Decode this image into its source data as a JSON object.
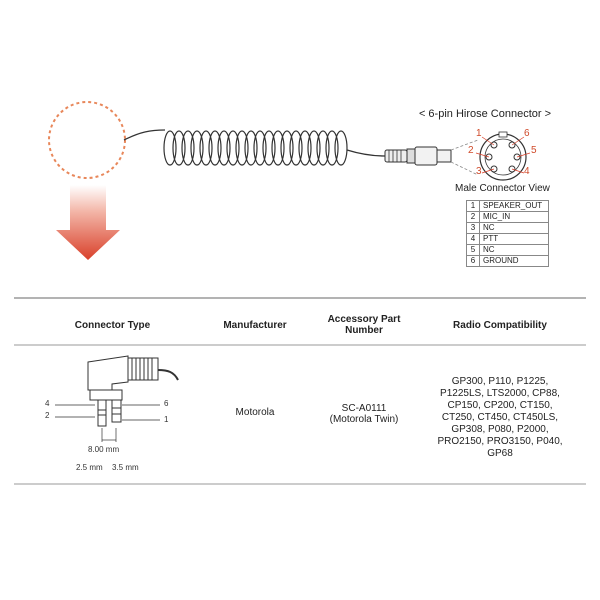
{
  "connector": {
    "title": "< 6-pin Hirose Connector >",
    "male_view": "Male Connector View",
    "pin_numbers": {
      "p1": "1",
      "p2": "2",
      "p3": "3",
      "p4": "4",
      "p5": "5",
      "p6": "6"
    },
    "pin_table": [
      {
        "num": "1",
        "signal": "SPEAKER_OUT"
      },
      {
        "num": "2",
        "signal": "MIC_IN"
      },
      {
        "num": "3",
        "signal": "NC"
      },
      {
        "num": "4",
        "signal": "PTT"
      },
      {
        "num": "5",
        "signal": "NC"
      },
      {
        "num": "6",
        "signal": "GROUND"
      }
    ]
  },
  "table": {
    "headers": {
      "connector_type": "Connector Type",
      "manufacturer": "Manufacturer",
      "part_number": "Accessory Part Number",
      "compatibility": "Radio Compatibility"
    },
    "row": {
      "manufacturer": "Motorola",
      "part_line1": "SC-A0111",
      "part_line2": "(Motorola Twin)",
      "compat_lines": [
        "GP300, P110, P1225,",
        "P1225LS, LTS2000, CP88,",
        "CP150, CP200, CT150,",
        "CT250, CT450, CT450LS,",
        "GP308, P080, P2000,",
        "PRO2150, PRO3150, P040,",
        "GP68"
      ]
    }
  },
  "plug": {
    "pin4": "4",
    "pin2": "2",
    "pin6": "6",
    "pin1": "1",
    "spacing": "8.00 mm",
    "dia_small": "2.5 mm",
    "dia_large": "3.5 mm"
  },
  "colors": {
    "accent_red": "#d9402a",
    "dashed_orange": "#e8875a"
  }
}
